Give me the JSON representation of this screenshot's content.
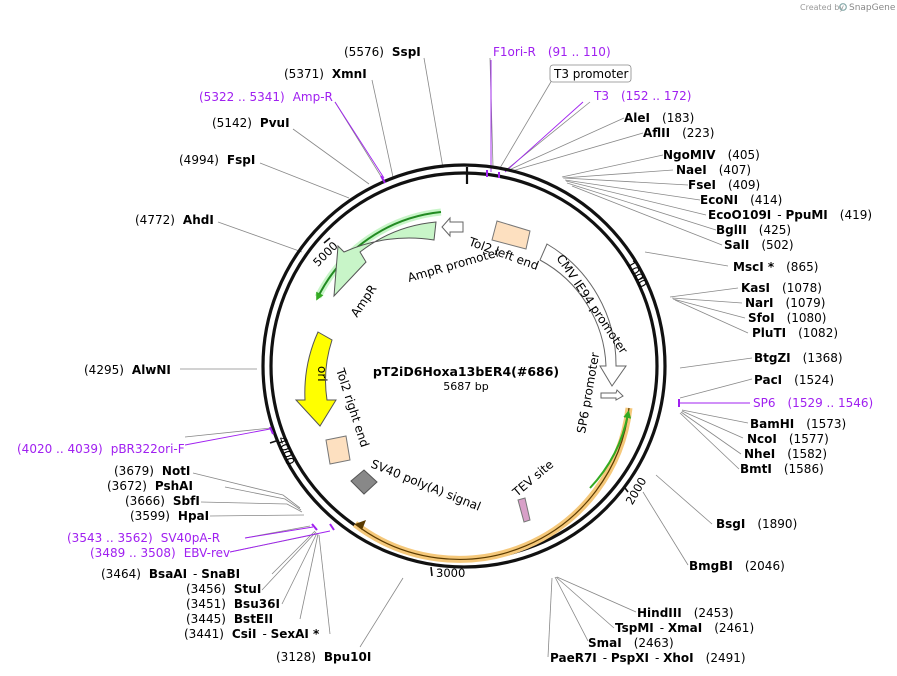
{
  "credit": {
    "prefix": "Created by",
    "brand": "SnapGene"
  },
  "plasmid": {
    "name": "pT2iD6Hoxa13bER4(#686)",
    "size": "5687 bp"
  },
  "ticks": [
    "1000",
    "2000",
    "3000",
    "4000",
    "5000"
  ],
  "enzymes": [
    {
      "pos": "(5576)",
      "name": "SspI"
    },
    {
      "pos": "(5371)",
      "name": "XmnI"
    },
    {
      "pos": "(5142)",
      "name": "PvuI"
    },
    {
      "pos": "(4994)",
      "name": "FspI"
    },
    {
      "pos": "(4772)",
      "name": "AhdI"
    },
    {
      "pos": "(4295)",
      "name": "AlwNI"
    },
    {
      "pos": "(3679)",
      "name": "NotI"
    },
    {
      "pos": "(3672)",
      "name": "PshAI"
    },
    {
      "pos": "(3666)",
      "name": "SbfI"
    },
    {
      "pos": "(3599)",
      "name": "HpaI"
    },
    {
      "pos": "(3464)",
      "name": "BsaAI",
      "name2": "SnaBI"
    },
    {
      "pos": "(3456)",
      "name": "StuI"
    },
    {
      "pos": "(3451)",
      "name": "Bsu36I"
    },
    {
      "pos": "(3445)",
      "name": "BstEII"
    },
    {
      "pos": "(3441)",
      "name": "CsiI",
      "name2": "SexAI *"
    },
    {
      "pos": "(3128)",
      "name": "Bpu10I"
    },
    {
      "name": "AleI",
      "pos": "(183)"
    },
    {
      "name": "AflII",
      "pos": "(223)"
    },
    {
      "name": "NgoMIV",
      "pos": "(405)"
    },
    {
      "name": "NaeI",
      "pos": "(407)"
    },
    {
      "name": "FseI",
      "pos": "(409)"
    },
    {
      "name": "EcoNI",
      "pos": "(414)"
    },
    {
      "name": "EcoO109I",
      "name2": "PpuMI",
      "pos": "(419)"
    },
    {
      "name": "BglII",
      "pos": "(425)"
    },
    {
      "name": "SalI",
      "pos": "(502)"
    },
    {
      "name": "MscI *",
      "pos": "(865)"
    },
    {
      "name": "KasI",
      "pos": "(1078)"
    },
    {
      "name": "NarI",
      "pos": "(1079)"
    },
    {
      "name": "SfoI",
      "pos": "(1080)"
    },
    {
      "name": "PluTI",
      "pos": "(1082)"
    },
    {
      "name": "BtgZI",
      "pos": "(1368)"
    },
    {
      "name": "PacI",
      "pos": "(1524)"
    },
    {
      "name": "BamHI",
      "pos": "(1573)"
    },
    {
      "name": "NcoI",
      "pos": "(1577)"
    },
    {
      "name": "NheI",
      "pos": "(1582)"
    },
    {
      "name": "BmtI",
      "pos": "(1586)"
    },
    {
      "name": "BsgI",
      "pos": "(1890)"
    },
    {
      "name": "BmgBI",
      "pos": "(2046)"
    },
    {
      "name": "HindIII",
      "pos": "(2453)"
    },
    {
      "name": "TspMI",
      "name2": "XmaI",
      "pos": "(2461)"
    },
    {
      "name": "SmaI",
      "pos": "(2463)"
    },
    {
      "name": "PaeR7I",
      "name2": "PspXI",
      "name3": "XhoI",
      "pos": "(2491)"
    }
  ],
  "primers": [
    {
      "name": "F1ori-R",
      "range": "(91 .. 110)"
    },
    {
      "name": "T3",
      "range": "(152 .. 172)"
    },
    {
      "range": "(5322 .. 5341)",
      "name": "Amp-R"
    },
    {
      "name": "SP6",
      "range": "(1529 .. 1546)"
    },
    {
      "range": "(4020 .. 4039)",
      "name": "pBR322ori-F"
    },
    {
      "range": "(3543 .. 3562)",
      "name": "SV40pA-R"
    },
    {
      "range": "(3489 .. 3508)",
      "name": "EBV-rev"
    }
  ],
  "boxed_label": "T3 promoter",
  "features": {
    "ampr_promoter": "AmpR promoter",
    "ampr": "AmpR",
    "ori": "ori",
    "tol2_left": "Tol2 left end",
    "tol2_right": "Tol2 right end",
    "cmv": "CMV IE94 promoter",
    "sp6": "SP6 promoter",
    "tev": "TEV site",
    "sv40": "SV40 poly(A) signal"
  },
  "colors": {
    "accent": "#a020f0",
    "ampr": "#c8f5c8",
    "ori": "#ffff00",
    "tol2": "#fde0c0",
    "orange": "#f5c87a",
    "green": "#33aa22"
  }
}
